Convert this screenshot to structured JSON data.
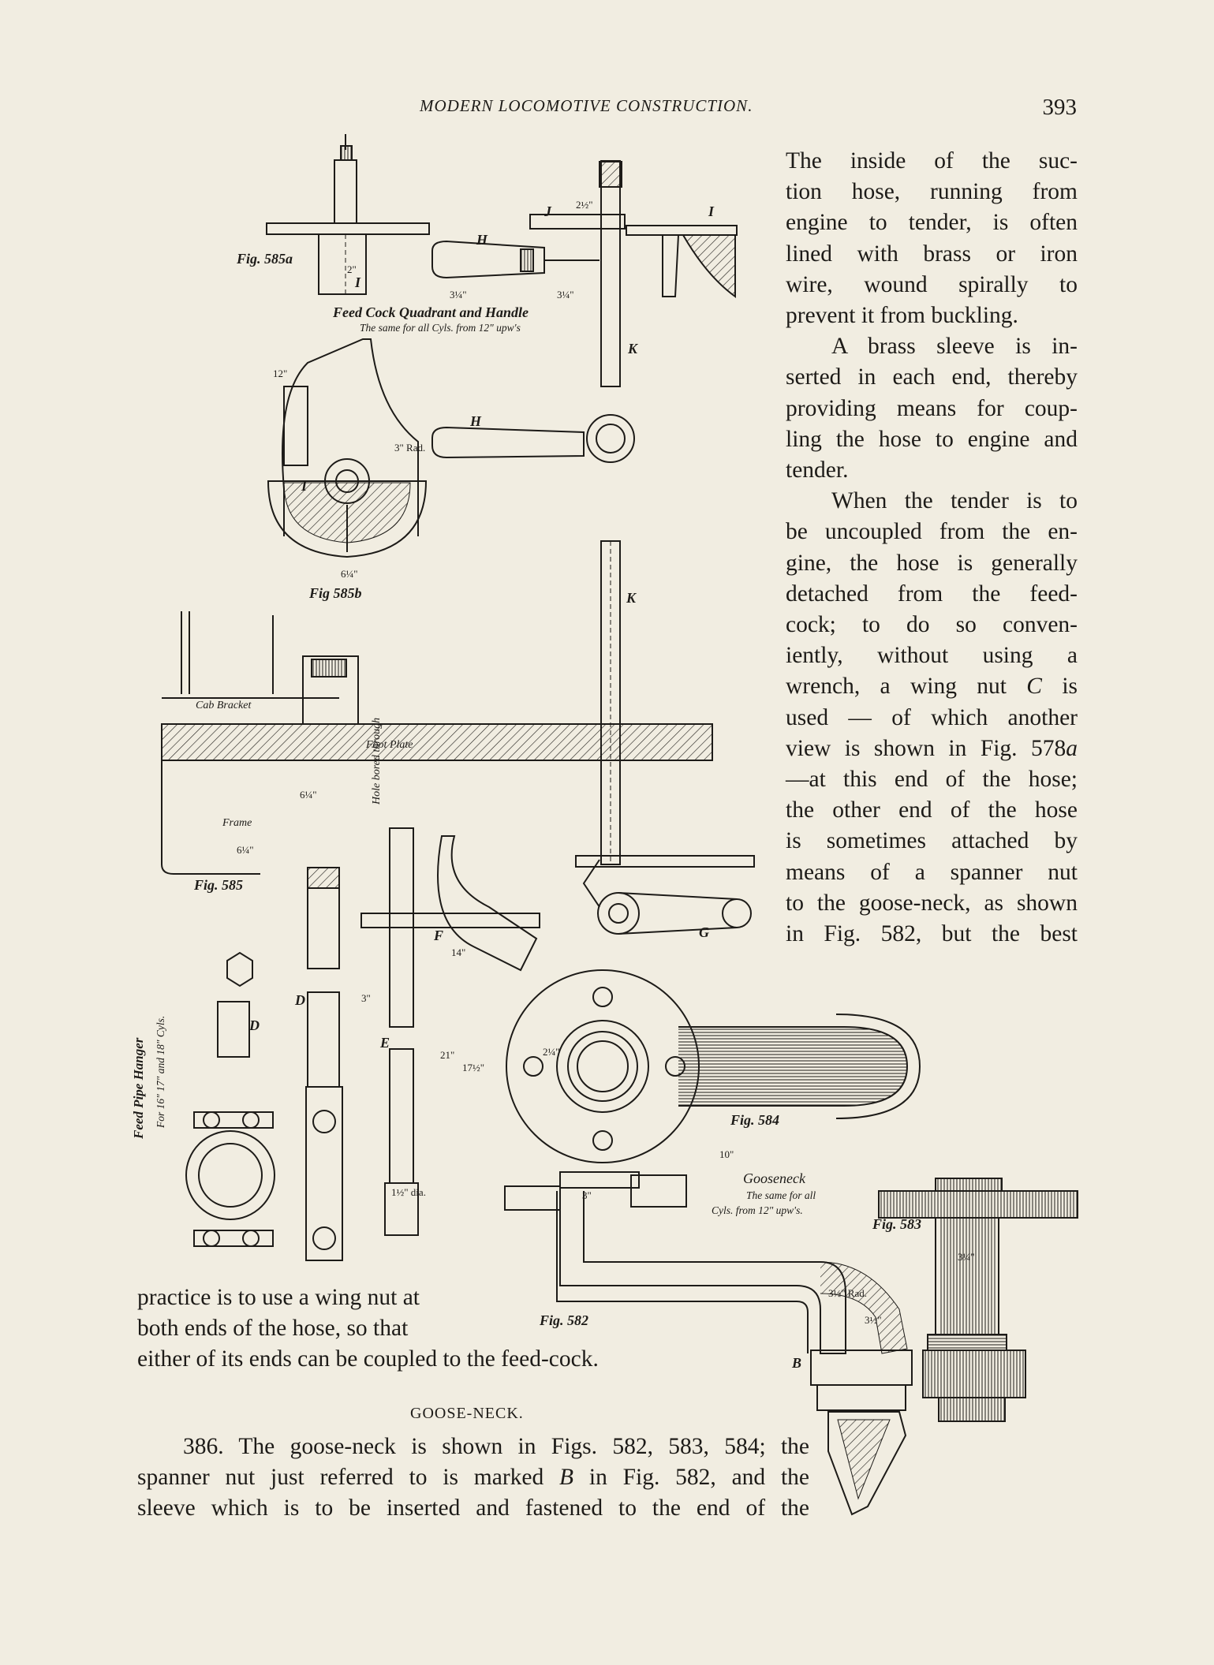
{
  "header": {
    "running_title": "MODERN LOCOMOTIVE CONSTRUCTION.",
    "page_number": "393"
  },
  "right_column": [
    "The inside of the suc-",
    "tion hose, running from",
    "engine to tender, is often",
    "lined with brass or iron",
    "wire, wound spirally to",
    "prevent it from buckling.",
    "A brass sleeve is in-",
    "serted in each end, thereby",
    "providing means for coup-",
    "ling the hose to engine and",
    "tender.",
    "When the tender is to",
    "be uncoupled from the en-",
    "gine, the hose is generally",
    "detached from the feed-",
    "cock; to do so conven-",
    "iently, without using a",
    "wrench, a wing nut",
    "C",
    "is",
    "used — of which another",
    "view is shown in Fig. 578",
    "a",
    "—at this end of the hose;",
    "the other end of the hose",
    "is sometimes attached by",
    "means of a spanner nut",
    "to the goose-neck, as shown",
    "in Fig. 582, but the best"
  ],
  "bottom_left": [
    "practice is to use a wing nut at",
    "both ends of the hose, so that",
    "either of its ends can be coupled to the feed-cock."
  ],
  "section": {
    "heading": "GOOSE-NECK.",
    "paragraph_lines": [
      "386. The goose-neck is shown in Figs. 582, 583, 584; the",
      "spanner nut just referred to is marked",
      "B",
      "in Fig. 582, and the",
      "sleeve which is to be inserted and fastened to the end of the"
    ]
  },
  "figures": {
    "fig_585a": "Fig. 585a",
    "fig_585b": "Fig 585b",
    "fig_585": "Fig. 585",
    "fig_584": "Fig. 584",
    "fig_583": "Fig. 583",
    "fig_582": "Fig. 582",
    "feed_cock_title": "Feed Cock Quadrant and Handle",
    "feed_cock_note": "The same for all Cyls. from 12\" upw's",
    "gooseneck_title": "Gooseneck",
    "gooseneck_note_1": "The same for all",
    "gooseneck_note_2": "Cyls. from 12\" upw's.",
    "feed_pipe_hanger_title": "Feed Pipe Hanger",
    "feed_pipe_hanger_note": "For 16\" 17\" and 18\" Cyls.",
    "cab_bracket": "Cab Bracket",
    "foot_plate": "Foot Plate",
    "frame": "Frame",
    "hole_bored": "Hole bored through"
  },
  "part_letters": {
    "h1": "H",
    "h2": "H",
    "i1": "I",
    "i2": "I",
    "i3": "I",
    "j": "J",
    "k1": "K",
    "k2": "K",
    "d1": "D",
    "d2": "D",
    "e": "E",
    "f": "F",
    "g": "G",
    "b": "B"
  },
  "dimensions": {
    "d1": "3¼\"",
    "d2": "3¼\"",
    "d3": "6¼\"",
    "d4": "6¼\"",
    "d5": "6¼\"",
    "d6": "3\"",
    "d7": "14\"",
    "d8": "21\"",
    "d9": "17½\"",
    "d10": "10\"",
    "d11": "2¼\"",
    "d12": "2\"",
    "d13": "1½\" dia.",
    "d14": "3½\"",
    "d15": "3¼\"",
    "d16": "12\"",
    "d17": "3\"",
    "d18": "2½\"",
    "d19": "3½\" Rad.",
    "d20": "3\" Rad."
  },
  "colors": {
    "paper": "#f1ede1",
    "ink": "#1d1b18"
  }
}
